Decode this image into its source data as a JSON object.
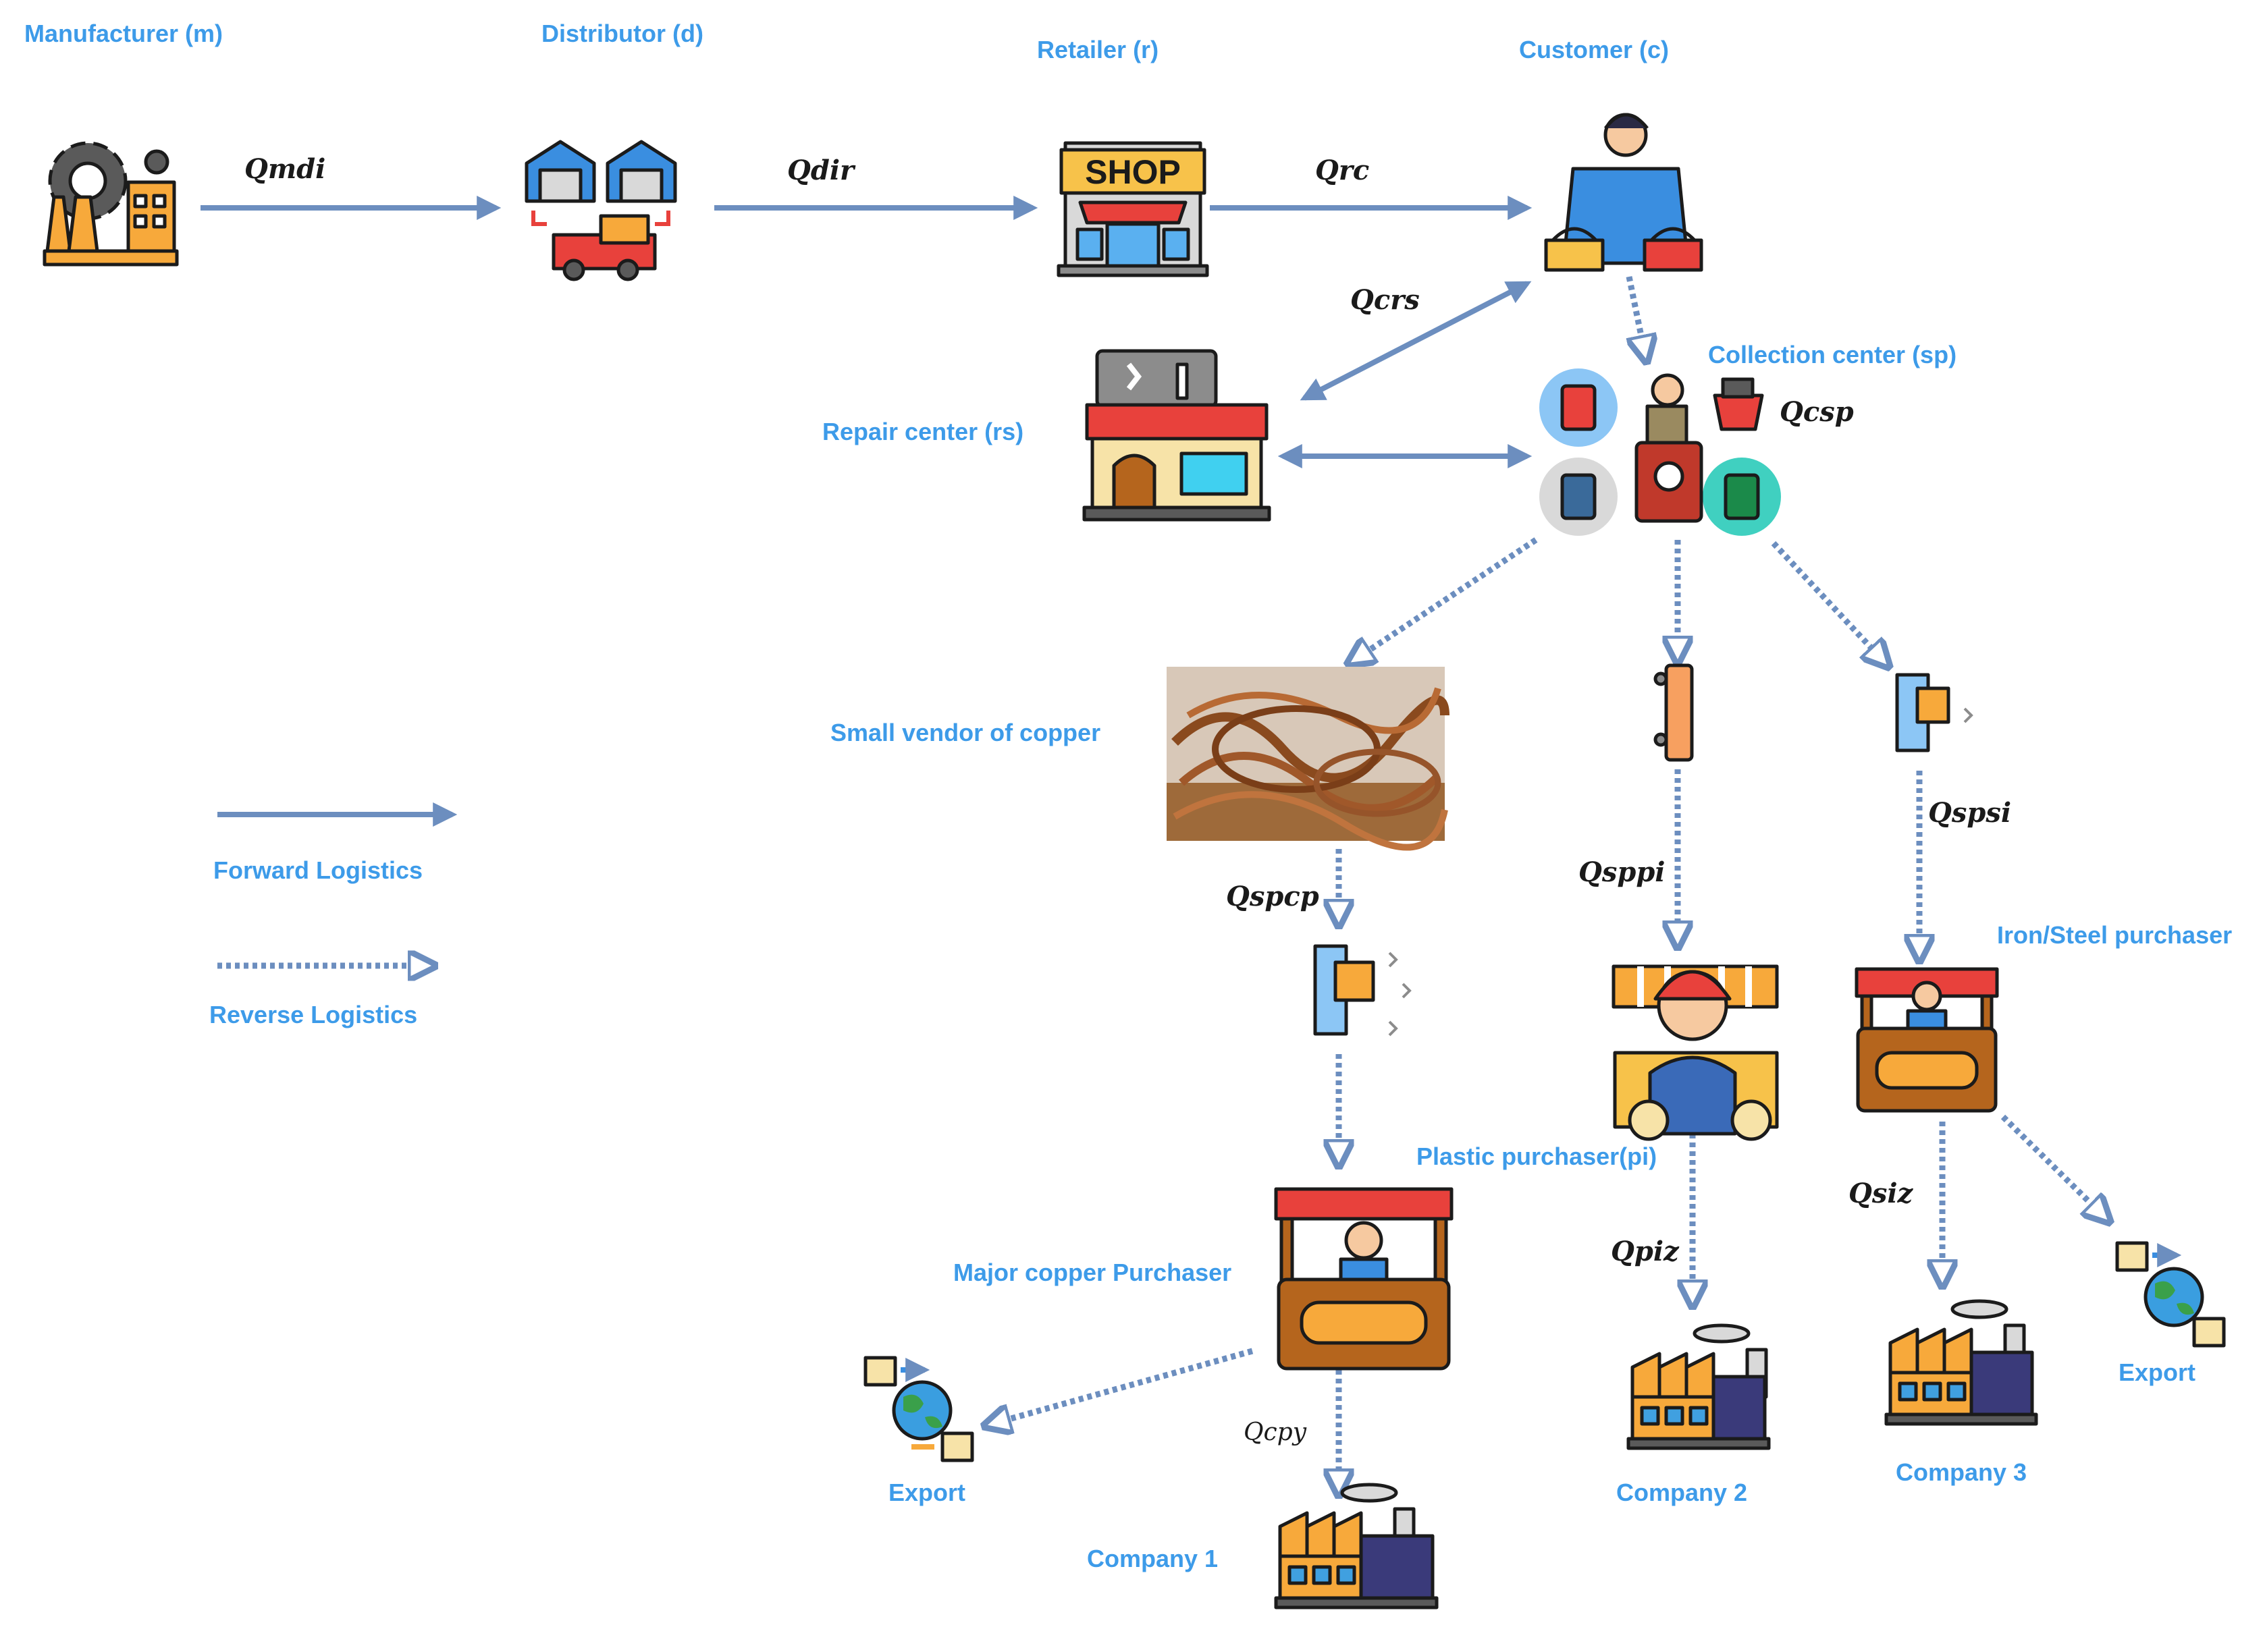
{
  "nodes": {
    "manufacturer": "Manufacturer (m)",
    "distributor": "Distributor (d)",
    "retailer": "Retailer (r)",
    "customer": "Customer (c)",
    "collection_center": "Collection center (sp)",
    "repair_center": "Repair center (rs)",
    "small_vendor": "Small vendor of copper",
    "iron_steel_purchaser": "Iron/Steel purchaser",
    "plastic_purchaser": "Plastic purchaser(pi)",
    "major_copper_purchaser": "Major copper Purchaser",
    "export_left": "Export",
    "export_right": "Export",
    "company1": "Company 1",
    "company2": "Company 2",
    "company3": "Company 3"
  },
  "flows": {
    "qmdi": "Qmdi",
    "qdir": "Qdir",
    "qrc": "Qrc",
    "qcrs": "Qcrs",
    "qcsp": "Qcsp",
    "qspcp": "Qspcp",
    "qsppi": "Qsppi",
    "qspsi": "Qspsi",
    "qsiz": "Qsiz",
    "qpiz": "Qpiz",
    "qcpy": "Qcpy"
  },
  "legend": {
    "forward": "Forward Logistics",
    "reverse": "Reverse Logistics"
  },
  "icons": {
    "shop_sign": "SHOP"
  },
  "colors": {
    "label_blue": "#3d9be9",
    "arrow_blue": "#6c8ebf",
    "orange": "#f7a93b",
    "brown": "#b5651d",
    "red": "#e8413c"
  }
}
